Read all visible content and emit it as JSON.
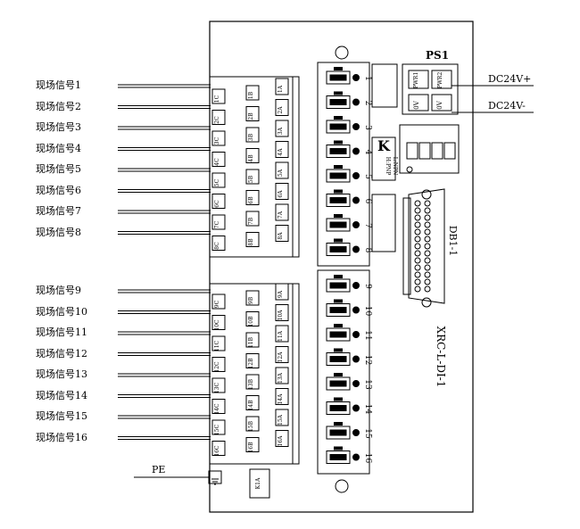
{
  "signals_top": [
    "现场信号1",
    "现场信号2",
    "现场信号3",
    "现场信号4",
    "现场信号5",
    "现场信号6",
    "现场信号7",
    "现场信号8"
  ],
  "signals_bottom": [
    "现场信号9",
    "现场信号10",
    "现场信号11",
    "现场信号12",
    "现场信号13",
    "现场信号14",
    "现场信号15",
    "现场信号16"
  ],
  "pe_label": "PE",
  "dc_plus": "DC24V+",
  "dc_minus": "DC24V-",
  "ps_label": "PS1",
  "pwr1": "PWR1",
  "pwr2": "PWR2",
  "zero_v": "0V",
  "db_label": "DB1-1",
  "board_id": "XRC-L-DI-1",
  "k_char": "K",
  "pnp_label": "H:PNP",
  "npn_label": "L:NPN",
  "blockA_labels": [
    "1A",
    "2A",
    "3A",
    "4A",
    "5A",
    "6A",
    "7A",
    "8A"
  ],
  "blockB_labels": [
    "1B",
    "2B",
    "3B",
    "4B",
    "5B",
    "6B",
    "7B",
    "8B"
  ],
  "blockC_labels": [
    "1C",
    "2C",
    "3C",
    "4C",
    "5C",
    "6C",
    "7C",
    "8C"
  ],
  "blockA2_labels": [
    "9A",
    "10A",
    "11A",
    "12A",
    "13A",
    "14A",
    "15A",
    "16A"
  ],
  "blockB2_labels": [
    "9B",
    "10B",
    "11B",
    "12B",
    "13B",
    "14B",
    "15B",
    "16B"
  ],
  "blockC2_labels": [
    "9C",
    "10C",
    "11C",
    "12C",
    "13C",
    "14C",
    "15C",
    "16C"
  ],
  "channel_numbers": [
    "1",
    "2",
    "3",
    "4",
    "5",
    "6",
    "7",
    "8",
    "9",
    "10",
    "11",
    "12",
    "13",
    "14",
    "15",
    "16"
  ],
  "relay_text": "K1A"
}
